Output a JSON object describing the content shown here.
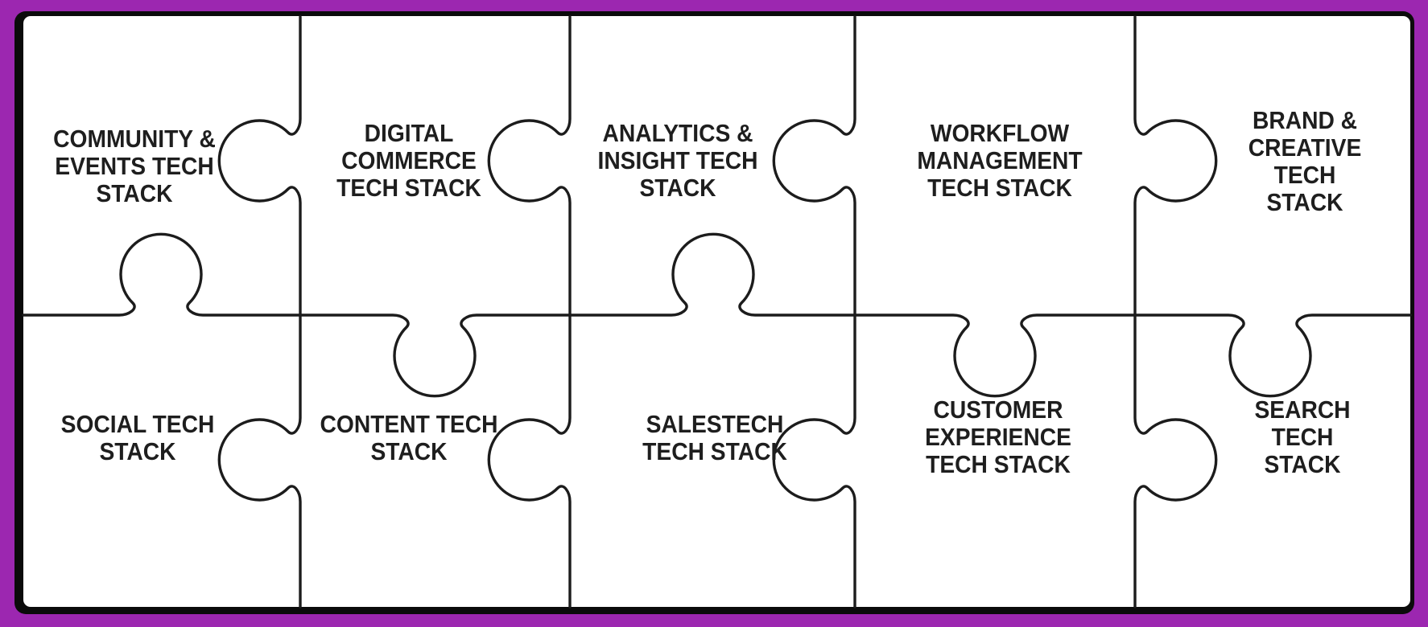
{
  "colors": {
    "background": "#9C27B0",
    "frame": "#0B0B0B",
    "surface": "#FFFFFF",
    "line": "#1C1C1C",
    "text": "#1E1E1E"
  },
  "pieces": [
    {
      "id": "community-events",
      "label": "COMMUNITY &\nEVENTS TECH\nSTACK"
    },
    {
      "id": "digital-commerce",
      "label": "DIGITAL\nCOMMERCE\nTECH STACK"
    },
    {
      "id": "analytics-insight",
      "label": "ANALYTICS &\nINSIGHT TECH\nSTACK"
    },
    {
      "id": "workflow-management",
      "label": "WORKFLOW\nMANAGEMENT\nTECH STACK"
    },
    {
      "id": "brand-creative",
      "label": "BRAND &\nCREATIVE\nTECH STACK"
    },
    {
      "id": "social",
      "label": "SOCIAL TECH\nSTACK"
    },
    {
      "id": "content",
      "label": "CONTENT TECH\nSTACK"
    },
    {
      "id": "salestech",
      "label": "SALESTECH\nTECH STACK"
    },
    {
      "id": "customer-experience",
      "label": "CUSTOMER\nEXPERIENCE\nTECH STACK"
    },
    {
      "id": "search",
      "label": "SEARCH\nTECH\nSTACK"
    }
  ]
}
